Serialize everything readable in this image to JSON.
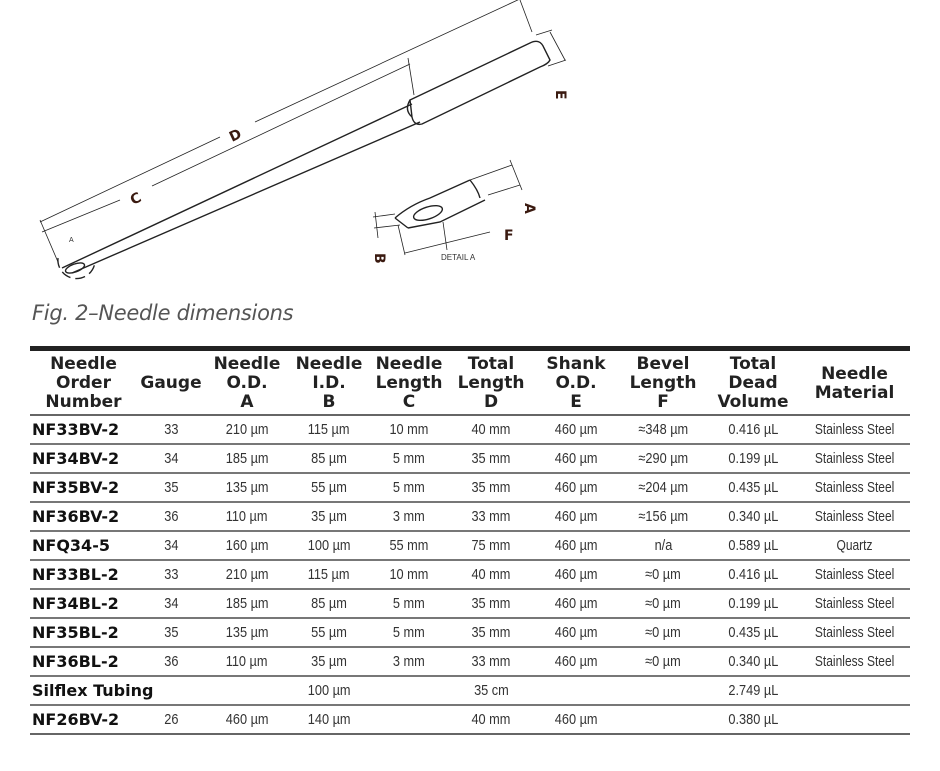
{
  "figure": {
    "labels": {
      "A": "A",
      "B": "B",
      "C": "C",
      "D": "D",
      "E": "E",
      "F": "F",
      "small_a": "A",
      "detail": "DETAIL A"
    },
    "caption": "Fig. 2–Needle dimensions"
  },
  "table": {
    "headers": [
      [
        "Needle",
        "Order",
        "Number"
      ],
      [
        "Gauge"
      ],
      [
        "Needle",
        "O.D.",
        "A"
      ],
      [
        "Needle",
        "I.D.",
        "B"
      ],
      [
        "Needle",
        "Length",
        "C"
      ],
      [
        "Total",
        "Length",
        "D"
      ],
      [
        "Shank",
        "O.D.",
        "E"
      ],
      [
        "Bevel",
        "Length",
        "F"
      ],
      [
        "Total",
        "Dead",
        "Volume"
      ],
      [
        "Needle",
        "Material"
      ]
    ],
    "rows": [
      [
        "NF33BV-2",
        "33",
        "210 µm",
        "115 µm",
        "10 mm",
        "40 mm",
        "460 µm",
        "≈348 µm",
        "0.416 µL",
        "Stainless Steel"
      ],
      [
        "NF34BV-2",
        "34",
        "185 µm",
        "85 µm",
        "5 mm",
        "35 mm",
        "460 µm",
        "≈290 µm",
        "0.199 µL",
        "Stainless Steel"
      ],
      [
        "NF35BV-2",
        "35",
        "135 µm",
        "55 µm",
        "5 mm",
        "35 mm",
        "460 µm",
        "≈204 µm",
        "0.435 µL",
        "Stainless Steel"
      ],
      [
        "NF36BV-2",
        "36",
        "110 µm",
        "35 µm",
        "3 mm",
        "33 mm",
        "460 µm",
        "≈156 µm",
        "0.340 µL",
        "Stainless Steel"
      ],
      [
        "NFQ34-5",
        "34",
        "160 µm",
        "100 µm",
        "55 mm",
        "75 mm",
        "460 µm",
        "n/a",
        "0.589 µL",
        "Quartz"
      ],
      [
        "NF33BL-2",
        "33",
        "210 µm",
        "115 µm",
        "10 mm",
        "40 mm",
        "460 µm",
        "≈0 µm",
        "0.416 µL",
        "Stainless Steel"
      ],
      [
        "NF34BL-2",
        "34",
        "185 µm",
        "85 µm",
        "5 mm",
        "35 mm",
        "460 µm",
        "≈0 µm",
        "0.199 µL",
        "Stainless Steel"
      ],
      [
        "NF35BL-2",
        "35",
        "135 µm",
        "55 µm",
        "5 mm",
        "35 mm",
        "460 µm",
        "≈0 µm",
        "0.435 µL",
        "Stainless Steel"
      ],
      [
        "NF36BL-2",
        "36",
        "110 µm",
        "35 µm",
        "3 mm",
        "33 mm",
        "460 µm",
        "≈0 µm",
        "0.340 µL",
        "Stainless Steel"
      ],
      [
        "Silflex Tubing",
        "",
        "",
        "100 µm",
        "",
        "35 cm",
        "",
        "",
        "2.749 µL",
        ""
      ],
      [
        "NF26BV-2",
        "26",
        "460 µm",
        "140 µm",
        "",
        "40 mm",
        "460 µm",
        "",
        "0.380 µL",
        ""
      ]
    ]
  }
}
